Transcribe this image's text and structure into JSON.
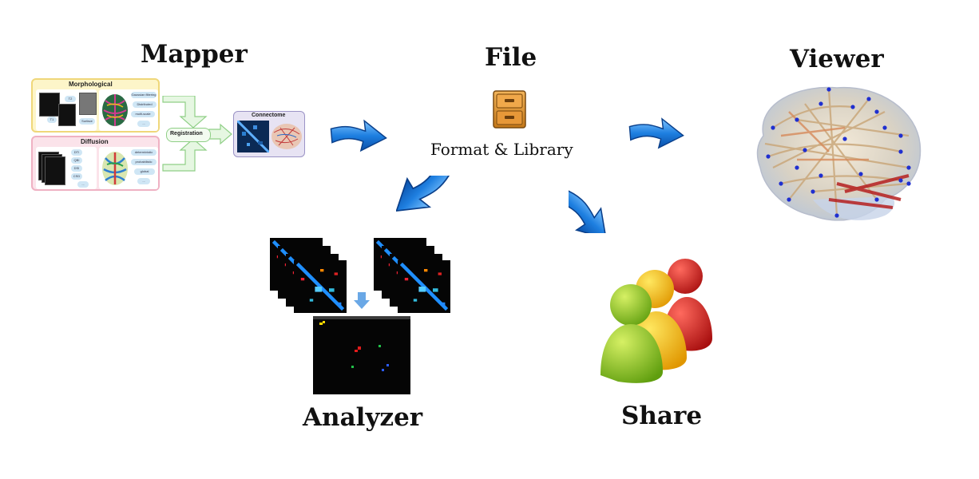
{
  "labels": {
    "mapper": "Mapper",
    "file": "File",
    "viewer": "Viewer",
    "analyzer": "Analyzer",
    "share": "Share",
    "file_caption": "Format & Library"
  },
  "mapper_figure": {
    "morphological_title": "Morphological",
    "morph_scan_labels": [
      "T2",
      "T1",
      "Surface"
    ],
    "morph_pills": [
      "Gaussian filtering",
      "Distributed",
      "multi-scale",
      "..."
    ],
    "diffusion_title": "Diffusion",
    "diff_scan_labels": [
      "DTI",
      "QBI",
      "DSI",
      "CSD",
      "..."
    ],
    "diff_pills": [
      "deterministic",
      "probabilistic",
      "global",
      "..."
    ],
    "registration_label": "Registration",
    "connectome_title": "Connectome"
  },
  "icons": {
    "file": "file-cabinet-icon",
    "share": "users-group-icon",
    "arrows": "blue-arrow-icon"
  },
  "colors": {
    "arrow_blue": "#1e7fe0",
    "morph_bg": "#fdf5c9",
    "diff_bg": "#fbe3ea",
    "person_green": "#8cc21a",
    "person_yellow": "#f2c200",
    "person_red": "#cc1c1c"
  }
}
